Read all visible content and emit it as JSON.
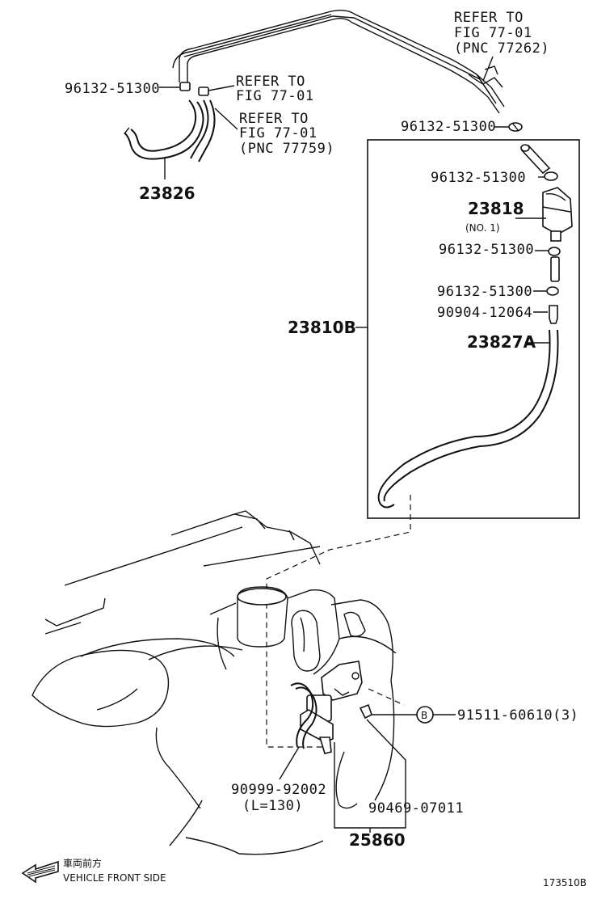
{
  "labels": {
    "top_refer": [
      "REFER TO",
      "FIG 77-01",
      "(PNC 77262)"
    ],
    "left_refer": [
      "REFER TO",
      "FIG 77-01"
    ],
    "mid_refer": [
      "REFER TO",
      "FIG 77-01",
      "(PNC 77759)"
    ],
    "clip_top_left": "96132-51300",
    "clip_top_right": "96132-51300",
    "hose_left": "23826",
    "clip_2": "96132-51300",
    "valve": "23818",
    "valve_sub": "(NO. 1)",
    "clip_3": "96132-51300",
    "clip_4": "96132-51300",
    "connector": "90904-12064",
    "hose_long": "23827A",
    "assembly": "23810B",
    "bolt": "91511-60610(3)",
    "bolt_marker": "B",
    "hose_small": "90999-92002",
    "hose_small_len": "(L=130)",
    "clamp": "90469-07011",
    "bracket": "25860",
    "front_jp": "車両前方",
    "front_en": "VEHICLE FRONT SIDE",
    "figure_id": "173510B"
  }
}
